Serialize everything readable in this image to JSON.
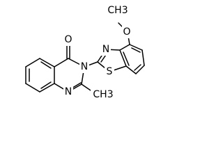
{
  "molecule": {
    "atoms": {
      "methoxy_c": "CH3",
      "methoxy_o": "O",
      "benzothiazole_n": "N",
      "benzothiazole_s": "S",
      "carbonyl_o": "O",
      "quinazoline_n3": "N",
      "quinazoline_n1": "N",
      "methyl_c": "CH3"
    }
  },
  "colors": {
    "bond": "#000000",
    "background": "#ffffff"
  }
}
